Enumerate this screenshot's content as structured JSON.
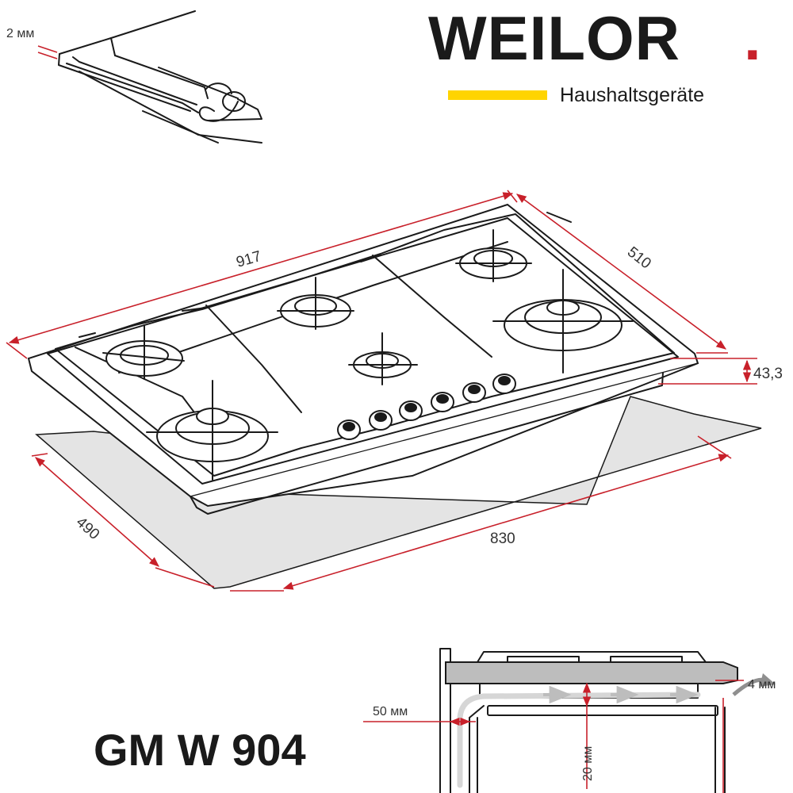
{
  "brand": {
    "name": "WEILOR",
    "dot": ".",
    "tagline": "Haushaltsgeräte",
    "accent_color": "#ffd400",
    "dot_color": "#c8202a"
  },
  "model": "GM W 904",
  "dimensions": {
    "seal_thickness": "2 мм",
    "width": "917",
    "depth": "510",
    "height": "43,3",
    "cutout_width": "830",
    "cutout_depth": "490"
  },
  "install": {
    "wall_gap": "50 мм",
    "bottom_gap": "20 мм",
    "edge_offset": "4 мм"
  },
  "colors": {
    "dimension_line": "#c8202a",
    "outline": "#1a1a1a",
    "cutout_fill": "#e4e4e4"
  }
}
